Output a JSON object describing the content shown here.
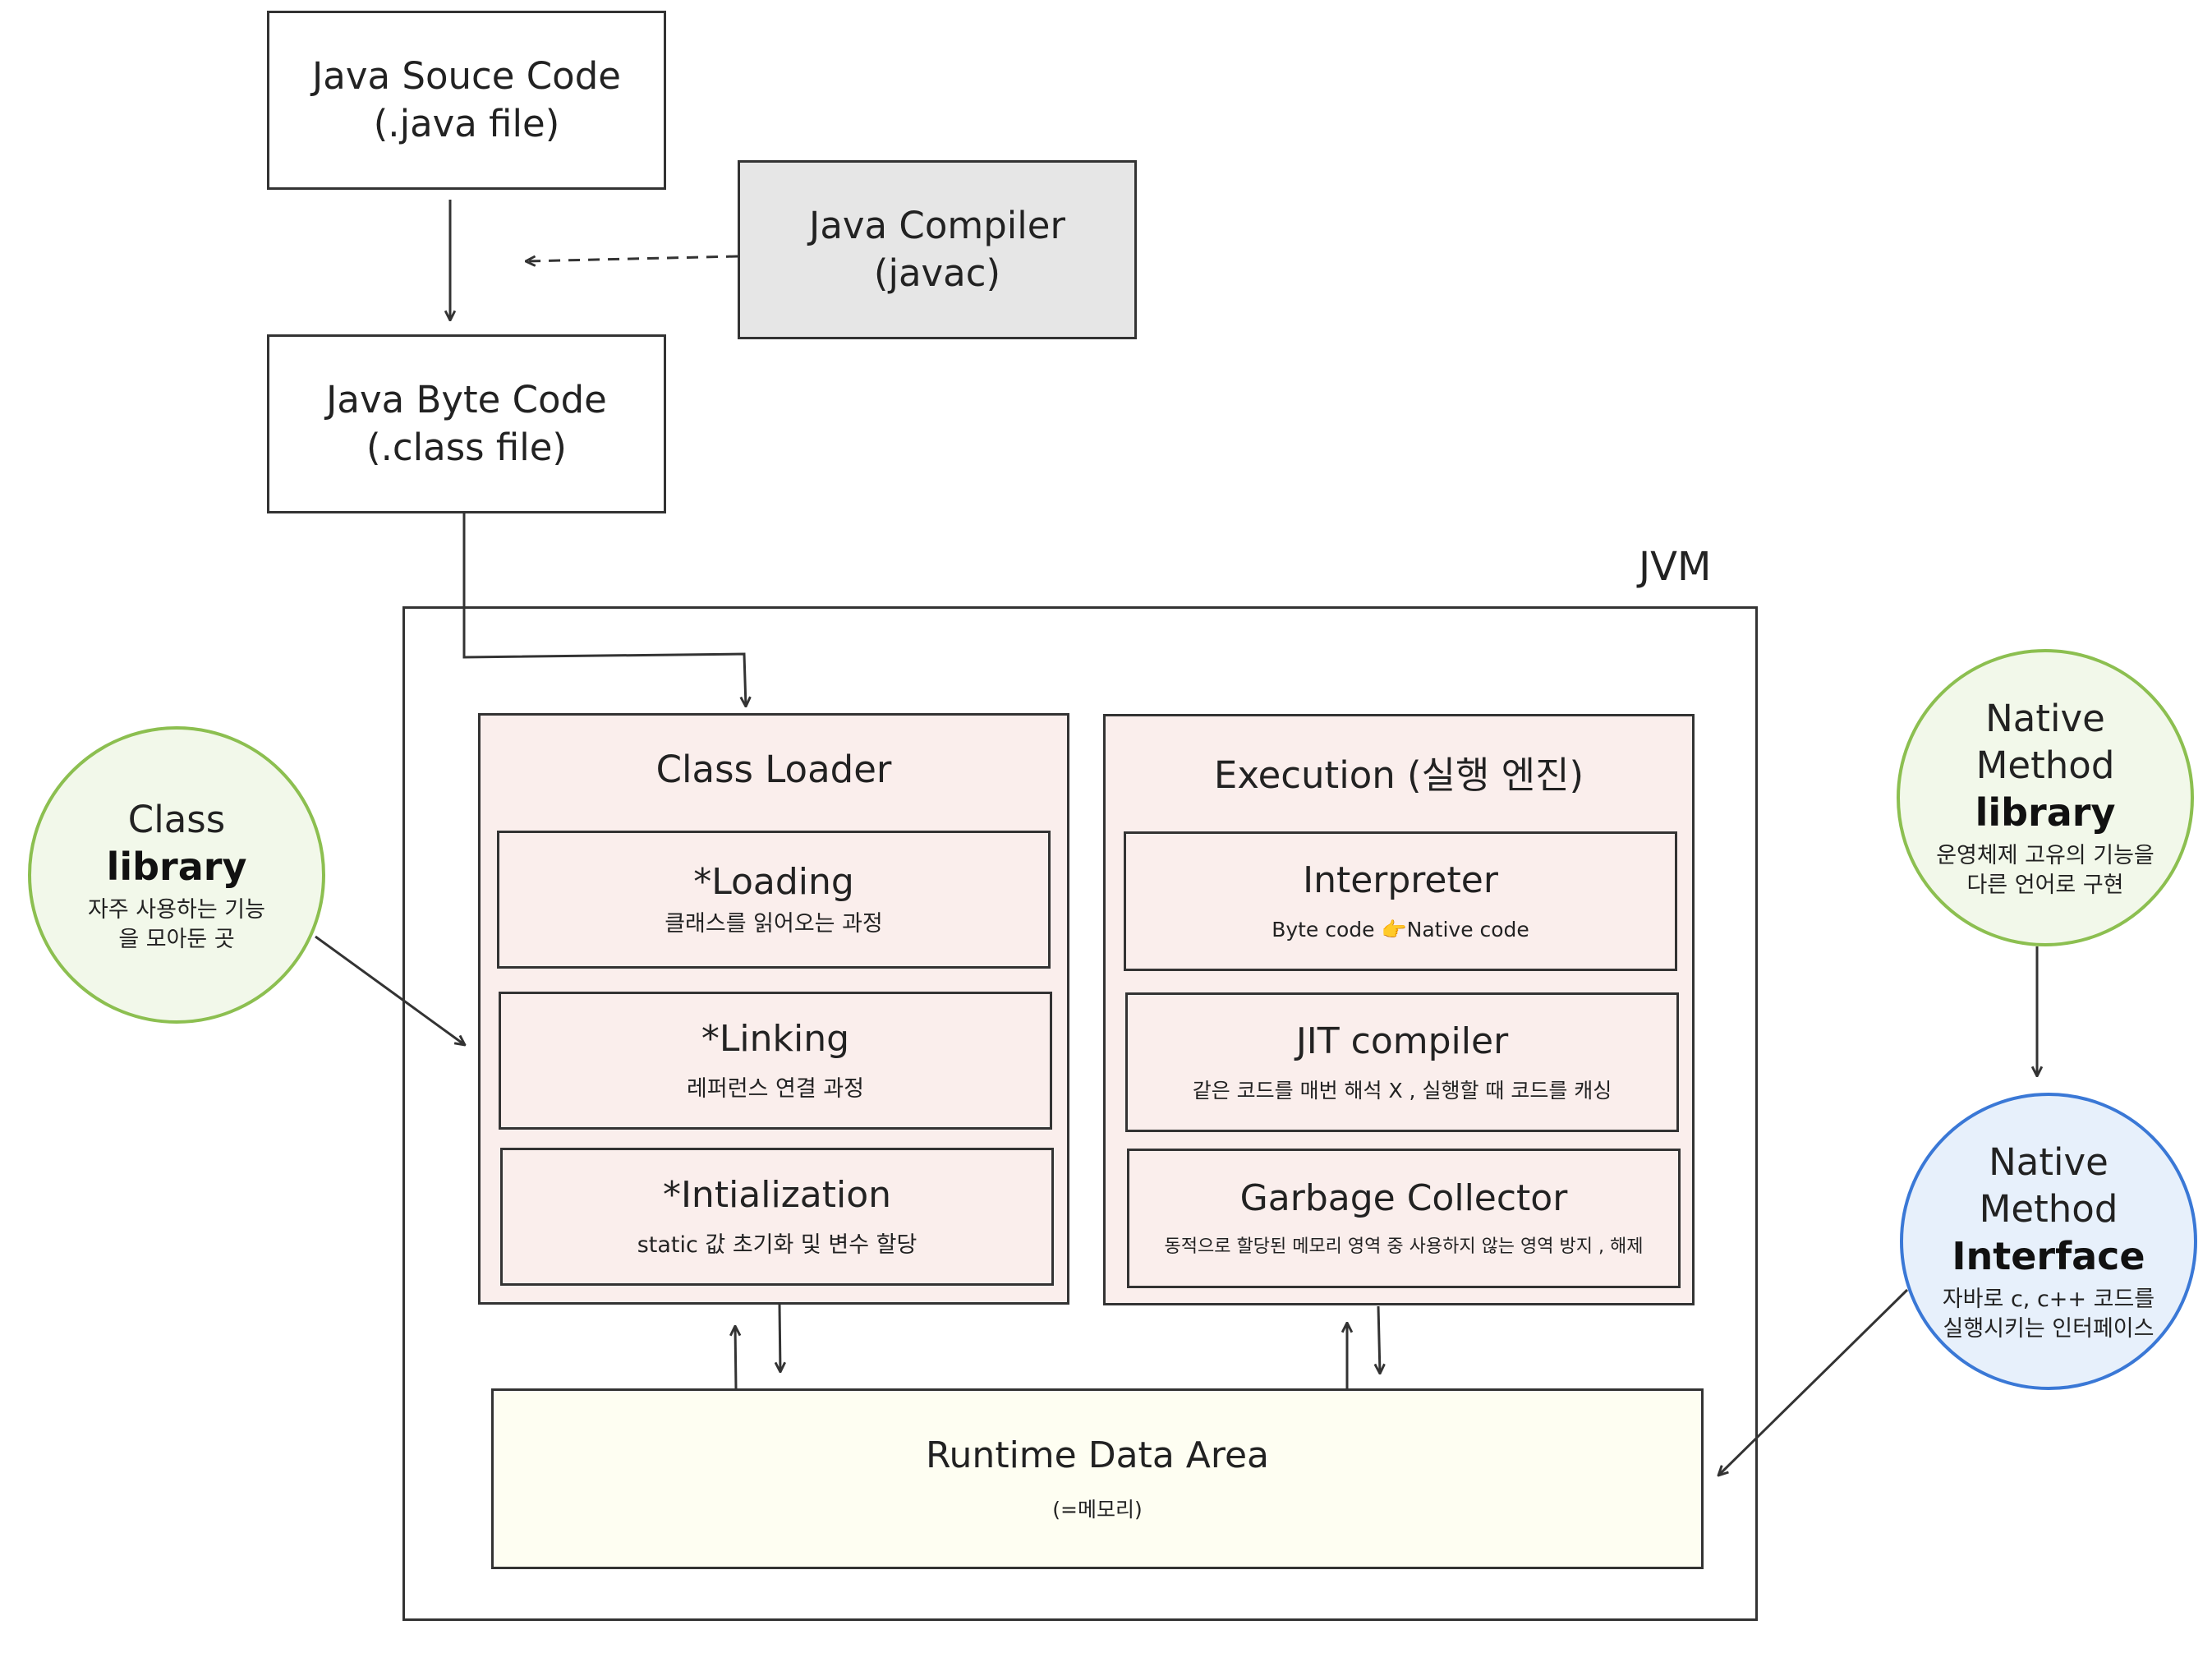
{
  "source": {
    "title": "Java Souce Code",
    "subtitle": "(.java file)"
  },
  "compiler": {
    "title": "Java Compiler",
    "subtitle": "(javac)"
  },
  "bytecode": {
    "title": "Java Byte Code",
    "subtitle": "(.class file)"
  },
  "jvm_label": "JVM",
  "class_loader": {
    "title": "Class Loader",
    "loading": {
      "title": "*Loading",
      "desc": "클래스를 읽어오는 과정"
    },
    "linking": {
      "title": "*Linking",
      "desc": "레퍼런스 연결 과정"
    },
    "init": {
      "title": "*Intialization",
      "desc": "static 값 초기화 및 변수 할당"
    }
  },
  "execution": {
    "title": "Execution (실행 엔진)",
    "interpreter": {
      "title": "Interpreter",
      "desc": "Byte code 👉Native  code"
    },
    "jit": {
      "title": "JIT compiler",
      "desc": "같은 코드를 매번 해석 X , 실행할 때 코드를 캐싱"
    },
    "gc": {
      "title": "Garbage Collector",
      "desc": "동적으로 할당된 메모리 영역 중 사용하지 않는 영역 방지 , 해제"
    }
  },
  "runtime": {
    "title": "Runtime Data Area",
    "subtitle": "(=메모리)"
  },
  "class_library": {
    "line1": "Class",
    "line2": "library",
    "desc": "자주 사용하는 기능을 모아둔 곳"
  },
  "native_library": {
    "line1": "Native",
    "line2": "Method",
    "line3": "library",
    "desc": "운영체제 고유의 기능을 다른 언어로 구현"
  },
  "native_interface": {
    "line1": "Native",
    "line2": "Method",
    "line3": "Interface",
    "desc": "자바로 c, c++ 코드를 실행시키는 인터페이스"
  },
  "colors": {
    "green_border": "#8cbf50",
    "green_fill": "#f2f8ea",
    "blue_border": "#3a78d6",
    "blue_fill": "#e7f0fb",
    "pink_fill": "#faeeec",
    "cream_fill": "#fefef2",
    "gray_fill": "#e6e6e6"
  }
}
